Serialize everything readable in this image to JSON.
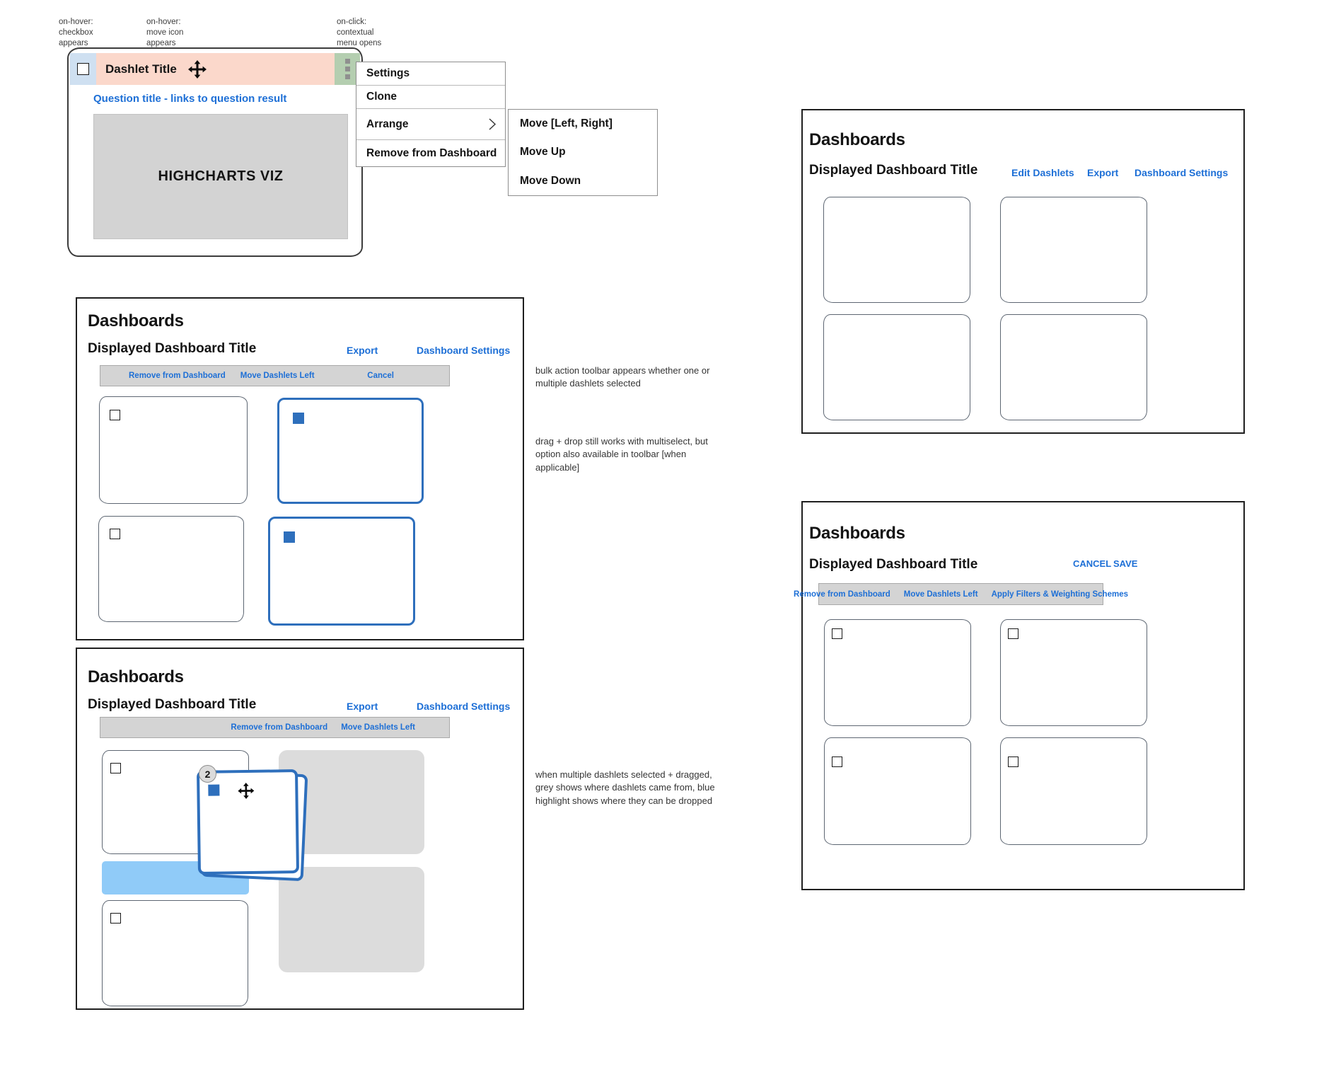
{
  "colors": {
    "link_blue": "#1D6FD6",
    "selection_blue": "#2E6FBC",
    "drop_zone_blue": "#90CBF8",
    "header_pink": "#FBD8CB",
    "header_checkbox_blue": "#CFE0F1",
    "header_menu_green": "#B4CEB0",
    "ghost_grey": "#DCDCDC",
    "toolbar_grey": "#D4D4D4"
  },
  "annotations": {
    "on_hover_checkbox": "on-hover:\ncheckbox\nappears",
    "on_hover_move": "on-hover:\nmove icon\nappears",
    "on_click_menu": "on-click:\ncontextual\nmenu opens",
    "bulk_toolbar": "bulk action toolbar appears whether one or\nmultiple dashlets selected",
    "drag_drop": "drag + drop still works with multiselect, but\noption also available in toolbar [when\napplicable]",
    "multi_drag": "when multiple dashlets selected + dragged,\ngrey shows where dashlets came from, blue\nhighlight shows where they can be dropped"
  },
  "dashlet_preview": {
    "title": "Dashlet Title",
    "question_link": "Question title - links to question result",
    "viz_label": "HIGHCHARTS VIZ"
  },
  "context_menu": {
    "items": [
      "Settings",
      "Clone",
      "Arrange",
      "Remove from Dashboard"
    ],
    "submenu": [
      "Move [Left, Right]",
      "Move Up",
      "Move Down"
    ]
  },
  "panels": {
    "multiselect": {
      "title": "Dashboards",
      "dashboard_title": "Displayed Dashboard Title",
      "export": "Export",
      "settings": "Dashboard Settings",
      "toolbar": {
        "remove": "Remove from Dashboard",
        "move_left": "Move Dashlets Left",
        "cancel": "Cancel"
      }
    },
    "drag": {
      "title": "Dashboards",
      "dashboard_title": "Displayed Dashboard Title",
      "export": "Export",
      "settings": "Dashboard Settings",
      "toolbar": {
        "remove": "Remove from Dashboard",
        "move_left": "Move Dashlets Left"
      },
      "drag_count": "2"
    },
    "view": {
      "title": "Dashboards",
      "dashboard_title": "Displayed Dashboard Title",
      "edit": "Edit Dashlets",
      "export": "Export",
      "settings": "Dashboard Settings"
    },
    "edit": {
      "title": "Dashboards",
      "dashboard_title": "Displayed Dashboard Title",
      "cancel": "CANCEL",
      "save": "SAVE",
      "toolbar": {
        "remove": "Remove from Dashboard",
        "move_left": "Move Dashlets Left",
        "apply": "Apply Filters & Weighting Schemes"
      }
    }
  }
}
